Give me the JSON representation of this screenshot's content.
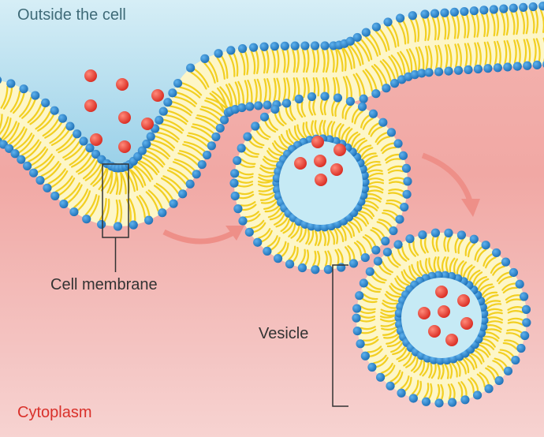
{
  "labels": {
    "outside": "Outside the cell",
    "cytoplasm": "Cytoplasm",
    "membrane": "Cell membrane",
    "vesicle": "Vesicle"
  },
  "colors": {
    "head": "#2a7fc4",
    "tail": "#f2cf22",
    "membrane_fill": "#fdf6c8",
    "particle": "#e43b2e",
    "outside": "#bfe3f1",
    "cytoplasm": "#f1a8a4",
    "arrow": "#ee8f88",
    "outside_text": "#3f6b78",
    "cytoplasm_text": "#d9302a"
  }
}
